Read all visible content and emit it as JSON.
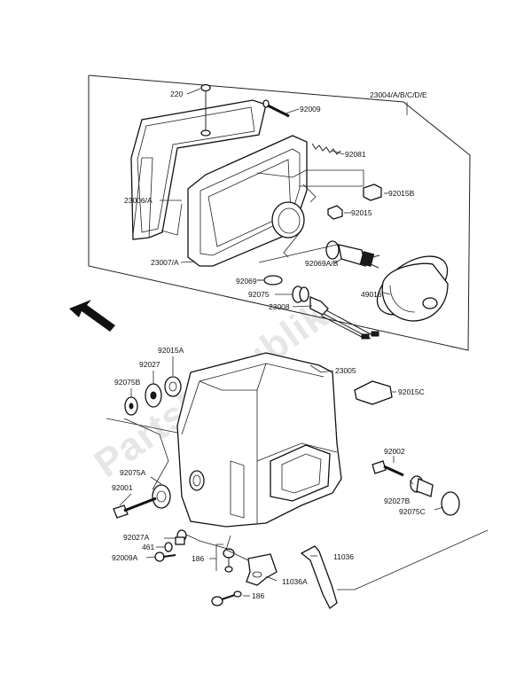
{
  "watermark": "PartsRepublik",
  "labels": {
    "p220": "220",
    "p92009": "92009",
    "p23004": "23004/A/B/C/D/E",
    "p92081": "92081",
    "p23006": "23006/A",
    "p92015B": "92015B",
    "p92015": "92015",
    "p23007": "23007/A",
    "p92069AB": "92069A/B",
    "p92069": "92069",
    "p49016": "49016",
    "p92075": "92075",
    "p23008": "23008",
    "p92015A": "92015A",
    "p23005": "23005",
    "p92027": "92027",
    "p92075B": "92075B",
    "p92015C": "92015C",
    "p92075A": "92075A",
    "p92002": "92002",
    "p92001": "92001",
    "p92027B": "92027B",
    "p92075C": "92075C",
    "p92027A": "92027A",
    "p461": "461",
    "p92009A": "92009A",
    "p186a": "186",
    "p11036": "11036",
    "p11036A": "11036A",
    "p186b": "186"
  }
}
